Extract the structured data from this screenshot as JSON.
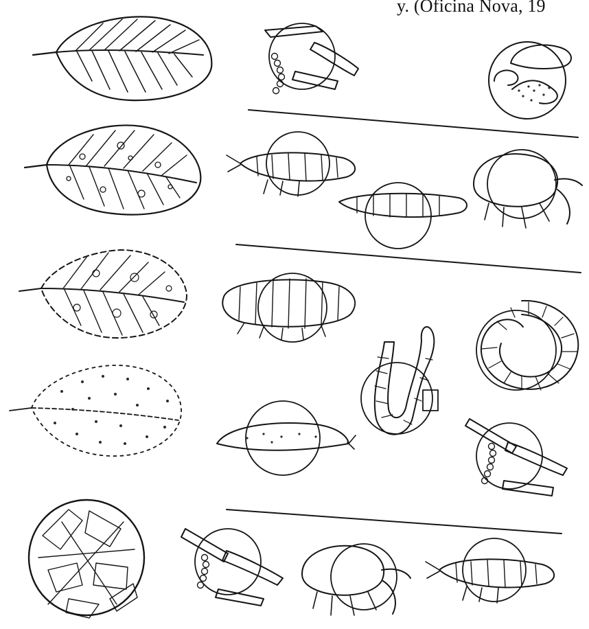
{
  "caption": {
    "text": "y. (Oficina Nova, 19"
  },
  "rows": [
    {
      "stage": "intact-leaf",
      "organisms": [
        "bacteria",
        "fungus"
      ]
    },
    {
      "stage": "spotted-leaf",
      "organisms": [
        "springtail",
        "fly-larva",
        "mite"
      ]
    },
    {
      "stage": "skeletonized-leaf",
      "organisms": [
        "woodlouse",
        "earthworm",
        "millipede"
      ]
    },
    {
      "stage": "fragmented-leaf",
      "organisms": [
        "slug",
        "bacteria"
      ]
    },
    {
      "stage": "humus-microscope-view",
      "organisms": [
        "bacteria",
        "mite",
        "springtail"
      ]
    }
  ]
}
